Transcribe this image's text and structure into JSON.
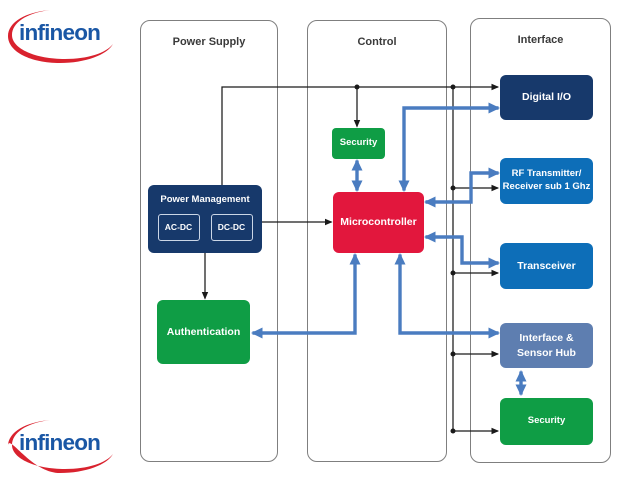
{
  "brand": {
    "name": "infineon"
  },
  "columns": {
    "power_supply": {
      "title": "Power Supply"
    },
    "control": {
      "title": "Control"
    },
    "interface": {
      "title": "Interface"
    }
  },
  "blocks": {
    "power_management": {
      "label": "Power Management",
      "ac_dc": "AC-DC",
      "dc_dc": "DC-DC"
    },
    "authentication": {
      "label": "Authentication"
    },
    "security_control": {
      "label": "Security"
    },
    "microcontroller": {
      "label": "Microcontroller"
    },
    "digital_io": {
      "label": "Digital I/O"
    },
    "rf_transmitter": {
      "label": "RF Transmitter/\nReceiver sub 1 Ghz"
    },
    "transceiver": {
      "label": "Transceiver"
    },
    "interface_sensor_hub": {
      "label": "Interface &\nSensor Hub"
    },
    "security_interface": {
      "label": "Security"
    }
  },
  "colors": {
    "navy": "#17396B",
    "bright_blue": "#0D6EB8",
    "steel_blue": "#5E7EB0",
    "green": "#0F9D45",
    "red": "#E2173D",
    "arrow_blue": "#4A7CC0",
    "line_black": "#1A1A1A",
    "border_gray": "#7F7F7F",
    "logo_blue": "#1A57A5",
    "logo_red": "#D9222E",
    "title_gray": "#3A3A3A"
  }
}
